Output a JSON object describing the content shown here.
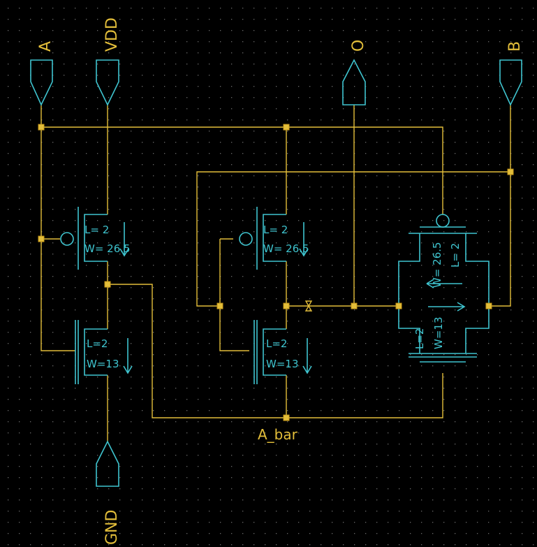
{
  "colors": {
    "background": "#000000",
    "grid_dot": "#6a6a6a",
    "wire": "#e3be3a",
    "device": "#3fc4cf"
  },
  "pins": {
    "a": "A",
    "vdd": "VDD",
    "out": "O",
    "b": "B",
    "gnd": "GND"
  },
  "net_label": "A_bar",
  "transistors": {
    "p1": {
      "l": "L= 2",
      "w": "W= 26.5"
    },
    "n1": {
      "l": "L=2",
      "w": "W=13"
    },
    "p2": {
      "l": "L= 2",
      "w": "W= 26.5"
    },
    "n2": {
      "l": "L=2",
      "w": "W=13"
    },
    "tg_p": {
      "l": "L= 2",
      "w": "W= 26.5"
    },
    "tg_n": {
      "l": "L=2",
      "w": "W=13"
    }
  }
}
